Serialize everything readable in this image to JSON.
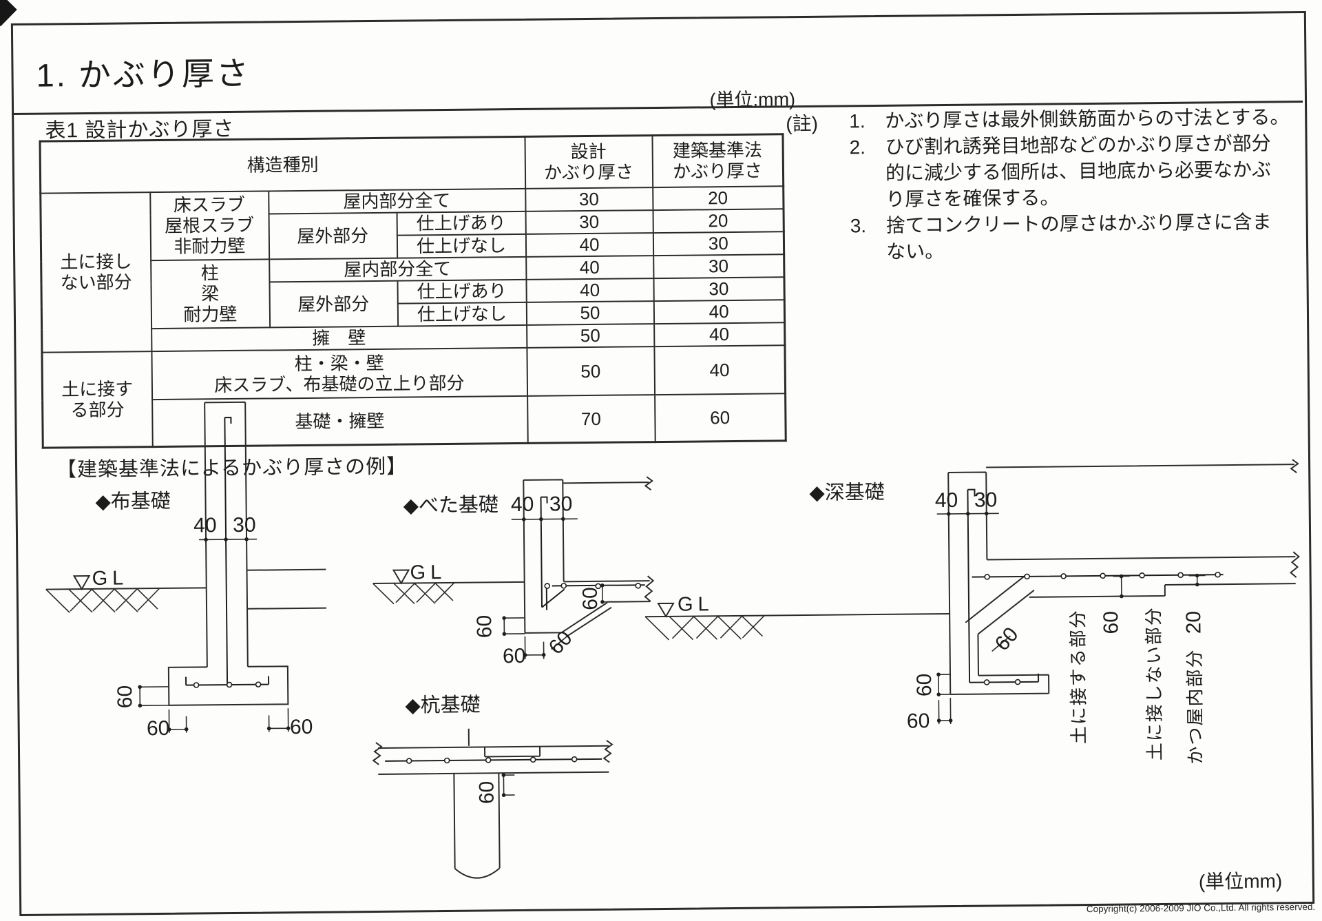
{
  "page": {
    "title": "1. かぶり厚さ",
    "unit_bottom": "(単位mm)",
    "copyright": "Copyright(c) 2006-2009 JIO Co.,Ltd. All rights reserved."
  },
  "table": {
    "caption": "表1 設計かぶり厚さ",
    "unit": "(単位:mm)",
    "header": {
      "structure": "構造種別",
      "design": "設計\nかぶり厚さ",
      "code": "建築基準法\nかぶり厚さ"
    },
    "cells": {
      "not_soil": "土に接し\nない部分",
      "soil": "土に接す\nる部分",
      "slab_group": "床スラブ\n屋根スラブ\n非耐力壁",
      "frame_group": "柱\n梁\n耐力壁",
      "indoor_all_a": "屋内部分全て",
      "outdoor_a": "屋外部分",
      "finish_yes_a": "仕上げあり",
      "finish_no_a": "仕上げなし",
      "indoor_all_b": "屋内部分全て",
      "outdoor_b": "屋外部分",
      "finish_yes_b": "仕上げあり",
      "finish_no_b": "仕上げなし",
      "retaining": "擁　壁",
      "soil_members": "柱・梁・壁\n床スラブ、布基礎の立上り部分",
      "foundation_retaining": "基礎・擁壁"
    },
    "values": {
      "slab_indoor": [
        "30",
        "20"
      ],
      "slab_out_finish": [
        "30",
        "20"
      ],
      "slab_out_nofinish": [
        "40",
        "30"
      ],
      "frame_indoor": [
        "40",
        "30"
      ],
      "frame_out_finish": [
        "40",
        "30"
      ],
      "frame_out_nofinish": [
        "50",
        "40"
      ],
      "retaining": [
        "50",
        "40"
      ],
      "soil_members": [
        "50",
        "40"
      ],
      "foundation": [
        "70",
        "60"
      ]
    }
  },
  "notes": {
    "label": "(註)",
    "items": [
      {
        "num": "1.",
        "text": "かぶり厚さは最外側鉄筋面からの寸法とする。"
      },
      {
        "num": "2.",
        "text": "ひび割れ誘発目地部などのかぶり厚さが部分\n的に減少する個所は、目地底から必要なかぶ\nり厚さを確保する。"
      },
      {
        "num": "3.",
        "text": "捨てコンクリートの厚さはかぶり厚さに含ま\nない。"
      }
    ]
  },
  "examples": {
    "heading": "【建築基準法によるかぶり厚さの例】",
    "strip": {
      "label": "◆布基礎",
      "gl": "GL",
      "dim_40": "40",
      "dim_30": "30",
      "dim_base": "60",
      "dim_left": "60",
      "dim_right": "60"
    },
    "mat": {
      "label": "◆べた基礎",
      "gl": "GL",
      "dim_40": "40",
      "dim_30": "30",
      "dim_v": "60",
      "dim_h": "60",
      "dim_diag": "60",
      "dim_slab": "60"
    },
    "pile": {
      "label": "◆杭基礎",
      "dim": "60"
    },
    "deep": {
      "label": "◆深基礎",
      "gl": "GL",
      "dim_40": "40",
      "dim_30": "30",
      "dim_diag": "60",
      "dim_soil": "60",
      "dim_indoor": "20",
      "text_soil": "土に接する部分",
      "text_not_soil": "土に接しない部分",
      "text_indoor": "かつ屋内部分",
      "dim_v": "60",
      "dim_h": "60"
    }
  }
}
